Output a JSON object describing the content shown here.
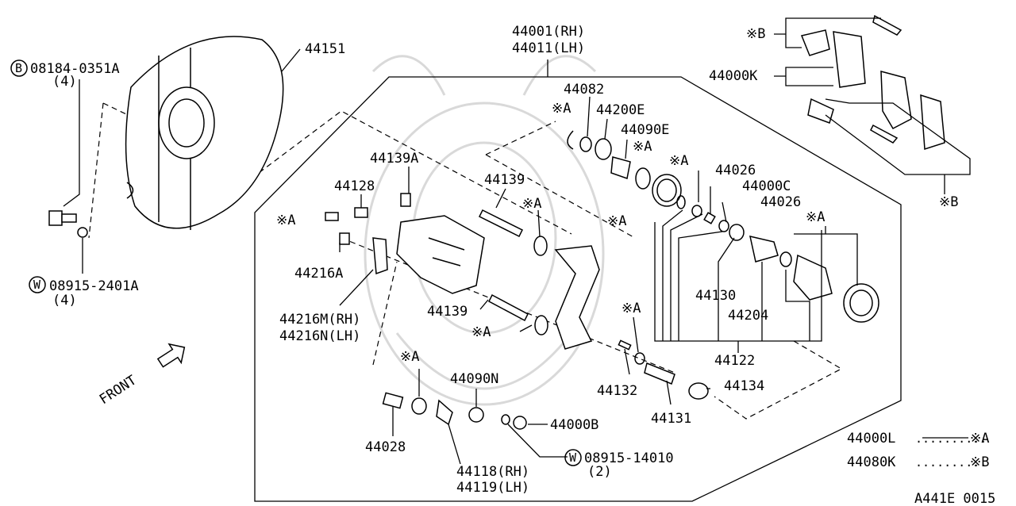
{
  "diagram_code": "A441E 0015",
  "labels": {
    "p44151": "44151",
    "p44001": "44001(RH)",
    "p44011": "44011(LH)",
    "bolt_b": "08184-0351A",
    "bolt_b_qty": "(4)",
    "washer_w": "08915-2401A",
    "washer_w_qty": "(4)",
    "p44082": "44082",
    "ref_a_1": "※A",
    "p44200e": "44200E",
    "p44090e": "44090E",
    "ref_a_2": "※A",
    "p44139a": "44139A",
    "p44128": "44128",
    "p44139_top": "44139",
    "ref_a_3": "※A",
    "ref_a_4": "※A",
    "p44026_1": "44026",
    "p44000c": "44000C",
    "p44026_2": "44026",
    "ref_a_5": "※A",
    "ref_a_6": "※A",
    "ref_a_7": "※A",
    "p44216a": "44216A",
    "p44216m": "44216M(RH)",
    "p44216n": "44216N(LH)",
    "p44139_bot": "44139",
    "ref_a_8": "※A",
    "ref_a_9": "※A",
    "p44130": "44130",
    "p44204": "44204",
    "p44122": "44122",
    "p44132": "44132",
    "p44134": "44134",
    "p44131": "44131",
    "ref_a_10": "※A",
    "p44090n": "44090N",
    "p44028": "44028",
    "p44000b": "44000B",
    "p44118": "44118(RH)",
    "p44119": "44119(LH)",
    "washer_w2": "08915-14010",
    "washer_w2_qty": "(2)",
    "ref_b_1": "※B",
    "p44000k": "44000K",
    "ref_b_2": "※B",
    "front": "FRONT",
    "circle_b": "B",
    "circle_w1": "W",
    "circle_w2": "W"
  },
  "legend": [
    {
      "part": "44000L",
      "ref": "※A"
    },
    {
      "part": "44080K",
      "ref": "※B"
    }
  ]
}
